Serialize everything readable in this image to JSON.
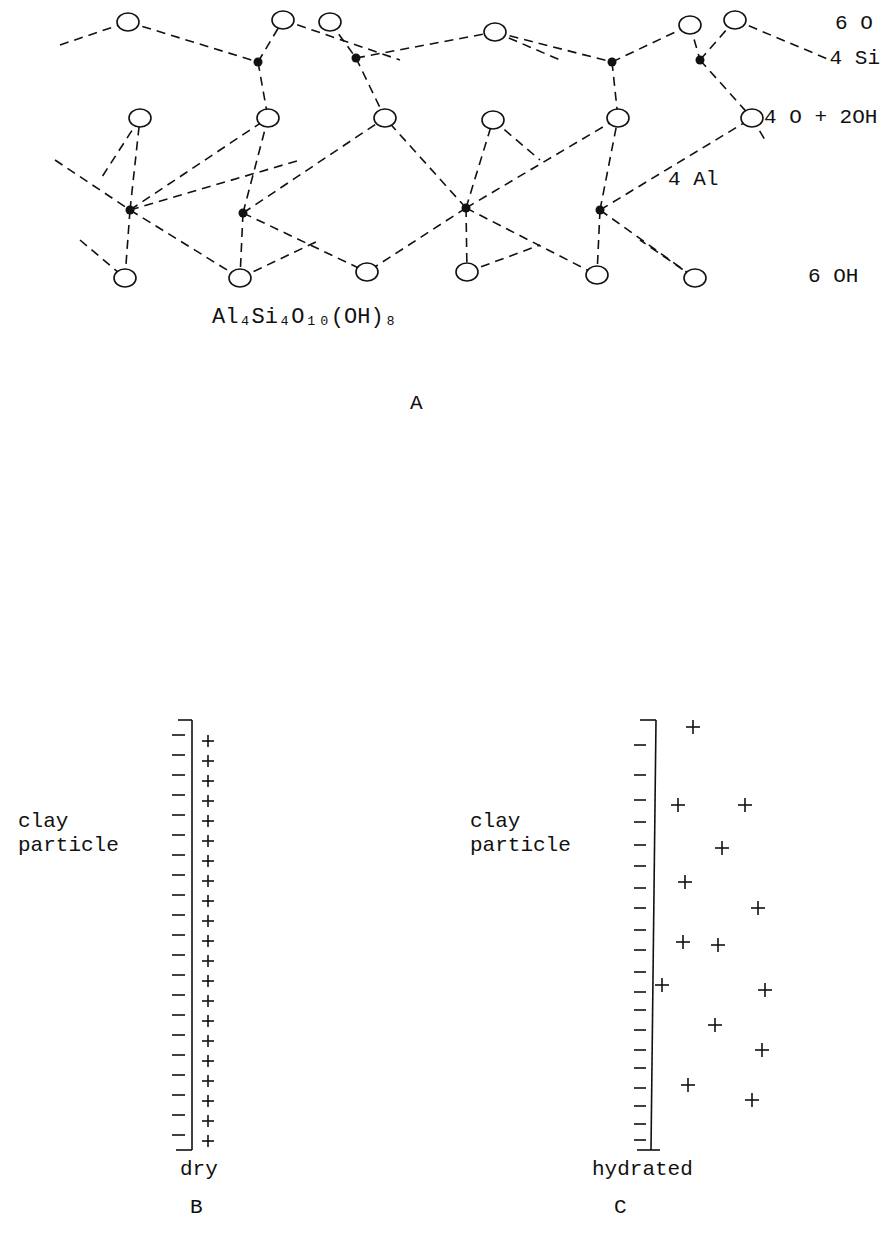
{
  "diagram": {
    "labels": [
      "6 O",
      "4 Si",
      "4 O + 2OH",
      "4 Al",
      "6 OH",
      "Al₄Si₄O₁₀(OH)₈",
      "A",
      "clay particle",
      "dry",
      "B",
      "clay particle",
      "hydrated",
      "C"
    ]
  }
}
